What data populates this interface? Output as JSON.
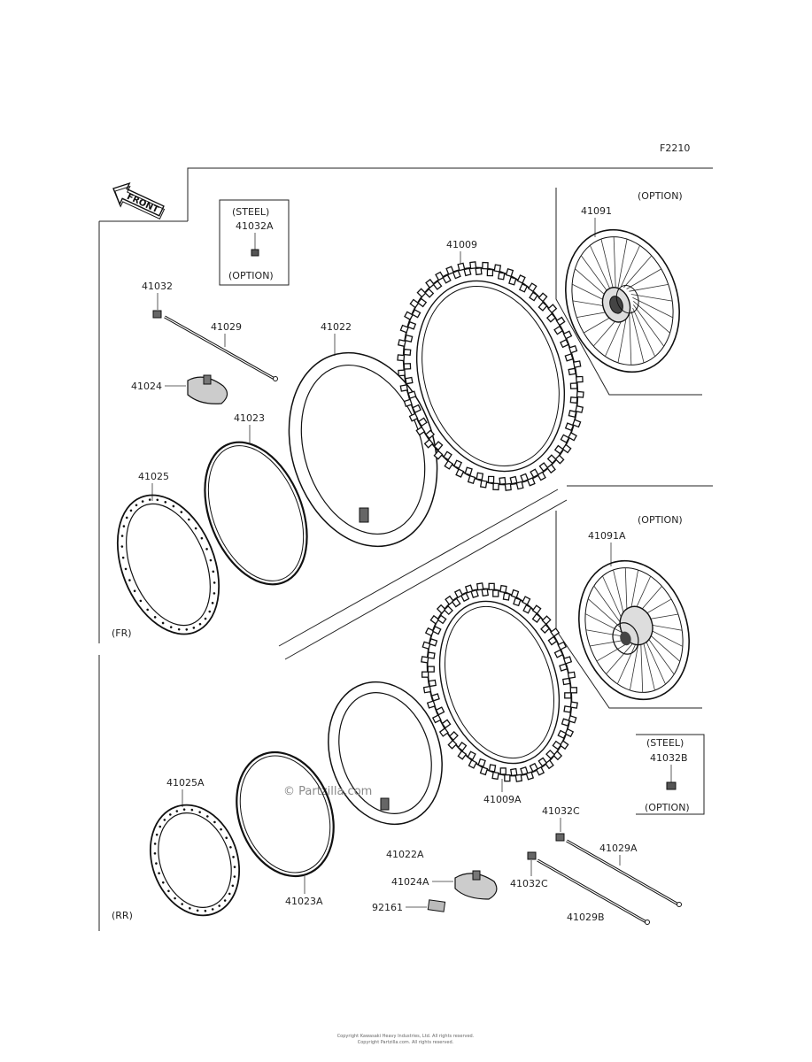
{
  "page_code": "F2210",
  "front_arrow": "FRONT",
  "watermark": "© Partzilla.com",
  "footer": {
    "line1": "Copyright Kawasaki Heavy Industries, Ltd. All rights reserved.",
    "line2": "Copyright Partzilla.com. All rights reserved."
  },
  "sections": {
    "front": "(FR)",
    "rear": "(RR)"
  },
  "option_boxes": {
    "steel_front": {
      "title": "(STEEL)",
      "part": "41032A",
      "note": "(OPTION)"
    },
    "steel_rear": {
      "title": "(STEEL)",
      "part": "41032B",
      "note": "(OPTION)"
    },
    "wheel_front": {
      "note": "(OPTION)",
      "part": "41091"
    },
    "wheel_rear": {
      "note": "(OPTION)",
      "part": "41091A"
    }
  },
  "parts_front": {
    "nipple": "41032",
    "spoke": "41029",
    "tube": "41022",
    "tire": "41009",
    "valve_protector": "41024",
    "rim_band": "41023",
    "rim": "41025"
  },
  "parts_rear": {
    "rim": "41025A",
    "rim_band": "41023A",
    "tube": "41022A",
    "tire": "41009A",
    "nipple": "41032C",
    "spoke_a": "41029A",
    "nipple_b": "41032C",
    "spoke_b": "41029B",
    "valve_protector": "41024A",
    "grommet": "92161"
  }
}
